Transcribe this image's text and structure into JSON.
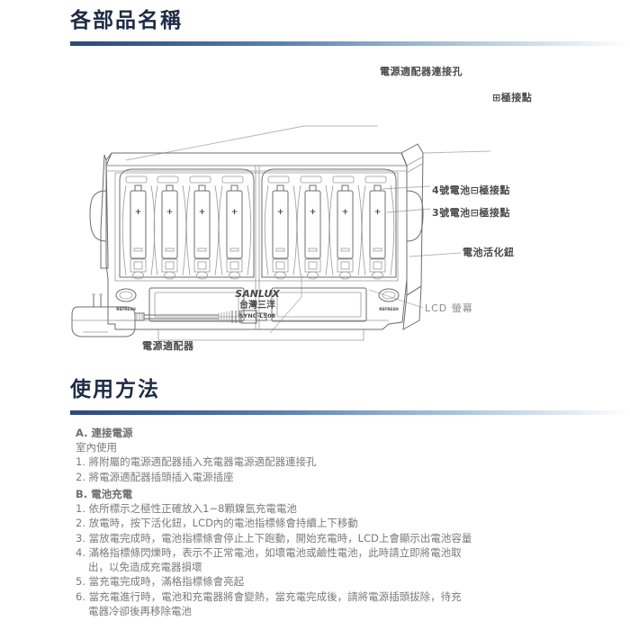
{
  "sections": [
    {
      "id": "parts",
      "title": "各部品名稱"
    },
    {
      "id": "usage",
      "title": "使用方法"
    }
  ],
  "diagram": {
    "callouts": [
      {
        "name": "dc-jack",
        "text": "電源適配器連接孔"
      },
      {
        "name": "plus-terminal",
        "text": "⊞極接點"
      },
      {
        "name": "aaa-negative",
        "text": "4號電池⊟極接點"
      },
      {
        "name": "aa-negative",
        "text": "3號電池⊟極接點"
      },
      {
        "name": "refresh-button",
        "text": "電池活化鈕"
      },
      {
        "name": "lcd-screen",
        "text": "LCD 螢幕"
      },
      {
        "name": "power-adapter",
        "text": "電源適配器"
      }
    ],
    "branding": {
      "brand": "SANLUX",
      "brand_cn": "台灣三洋",
      "model": "SYNC-LS08",
      "button_label": "REFRESH"
    },
    "battery_plus": "+",
    "battery_minus": "−",
    "slot_count": 8
  },
  "usage": {
    "groups": [
      {
        "heading": "A. 連接電源",
        "note": "室內使用",
        "items": [
          "1. 將附屬的電源適配器插入充電器電源適配器連接孔",
          "2. 將電源適配器插頭插入電源插座"
        ],
        "continuations": []
      },
      {
        "heading": "B. 電池充電",
        "note": "",
        "items": [
          "1. 依所標示之極性正確放入1~8顆鎳氫充電電池",
          "2. 放電時，按下活化鈕，LCD內的電池指標條會持續上下移動",
          "3. 當放電完成時，電池指標條會停止上下跑動，開始充電時，LCD上會顯示出電池容量",
          "4. 滿格指標條閃爍時，表示不正常電池，如壞電池或鹼性電池，此時請立即將電池取",
          "出，以免造成充電器損壞",
          "5. 當充電完成時，滿格指標條會亮起",
          "6. 當充電進行時，電池和充電器將會變熱，當充電完成後，請將電源插頭拔除，待充",
          "電器冷卻後再移除電池"
        ],
        "indented": [
          4,
          7
        ]
      }
    ]
  },
  "colors": {
    "heading": "#1f2b44",
    "rule_start": "#2c4a78",
    "body_text": "#7a7a7a",
    "callout_text": "#4a4a4a",
    "line": "#6d6d6d"
  }
}
